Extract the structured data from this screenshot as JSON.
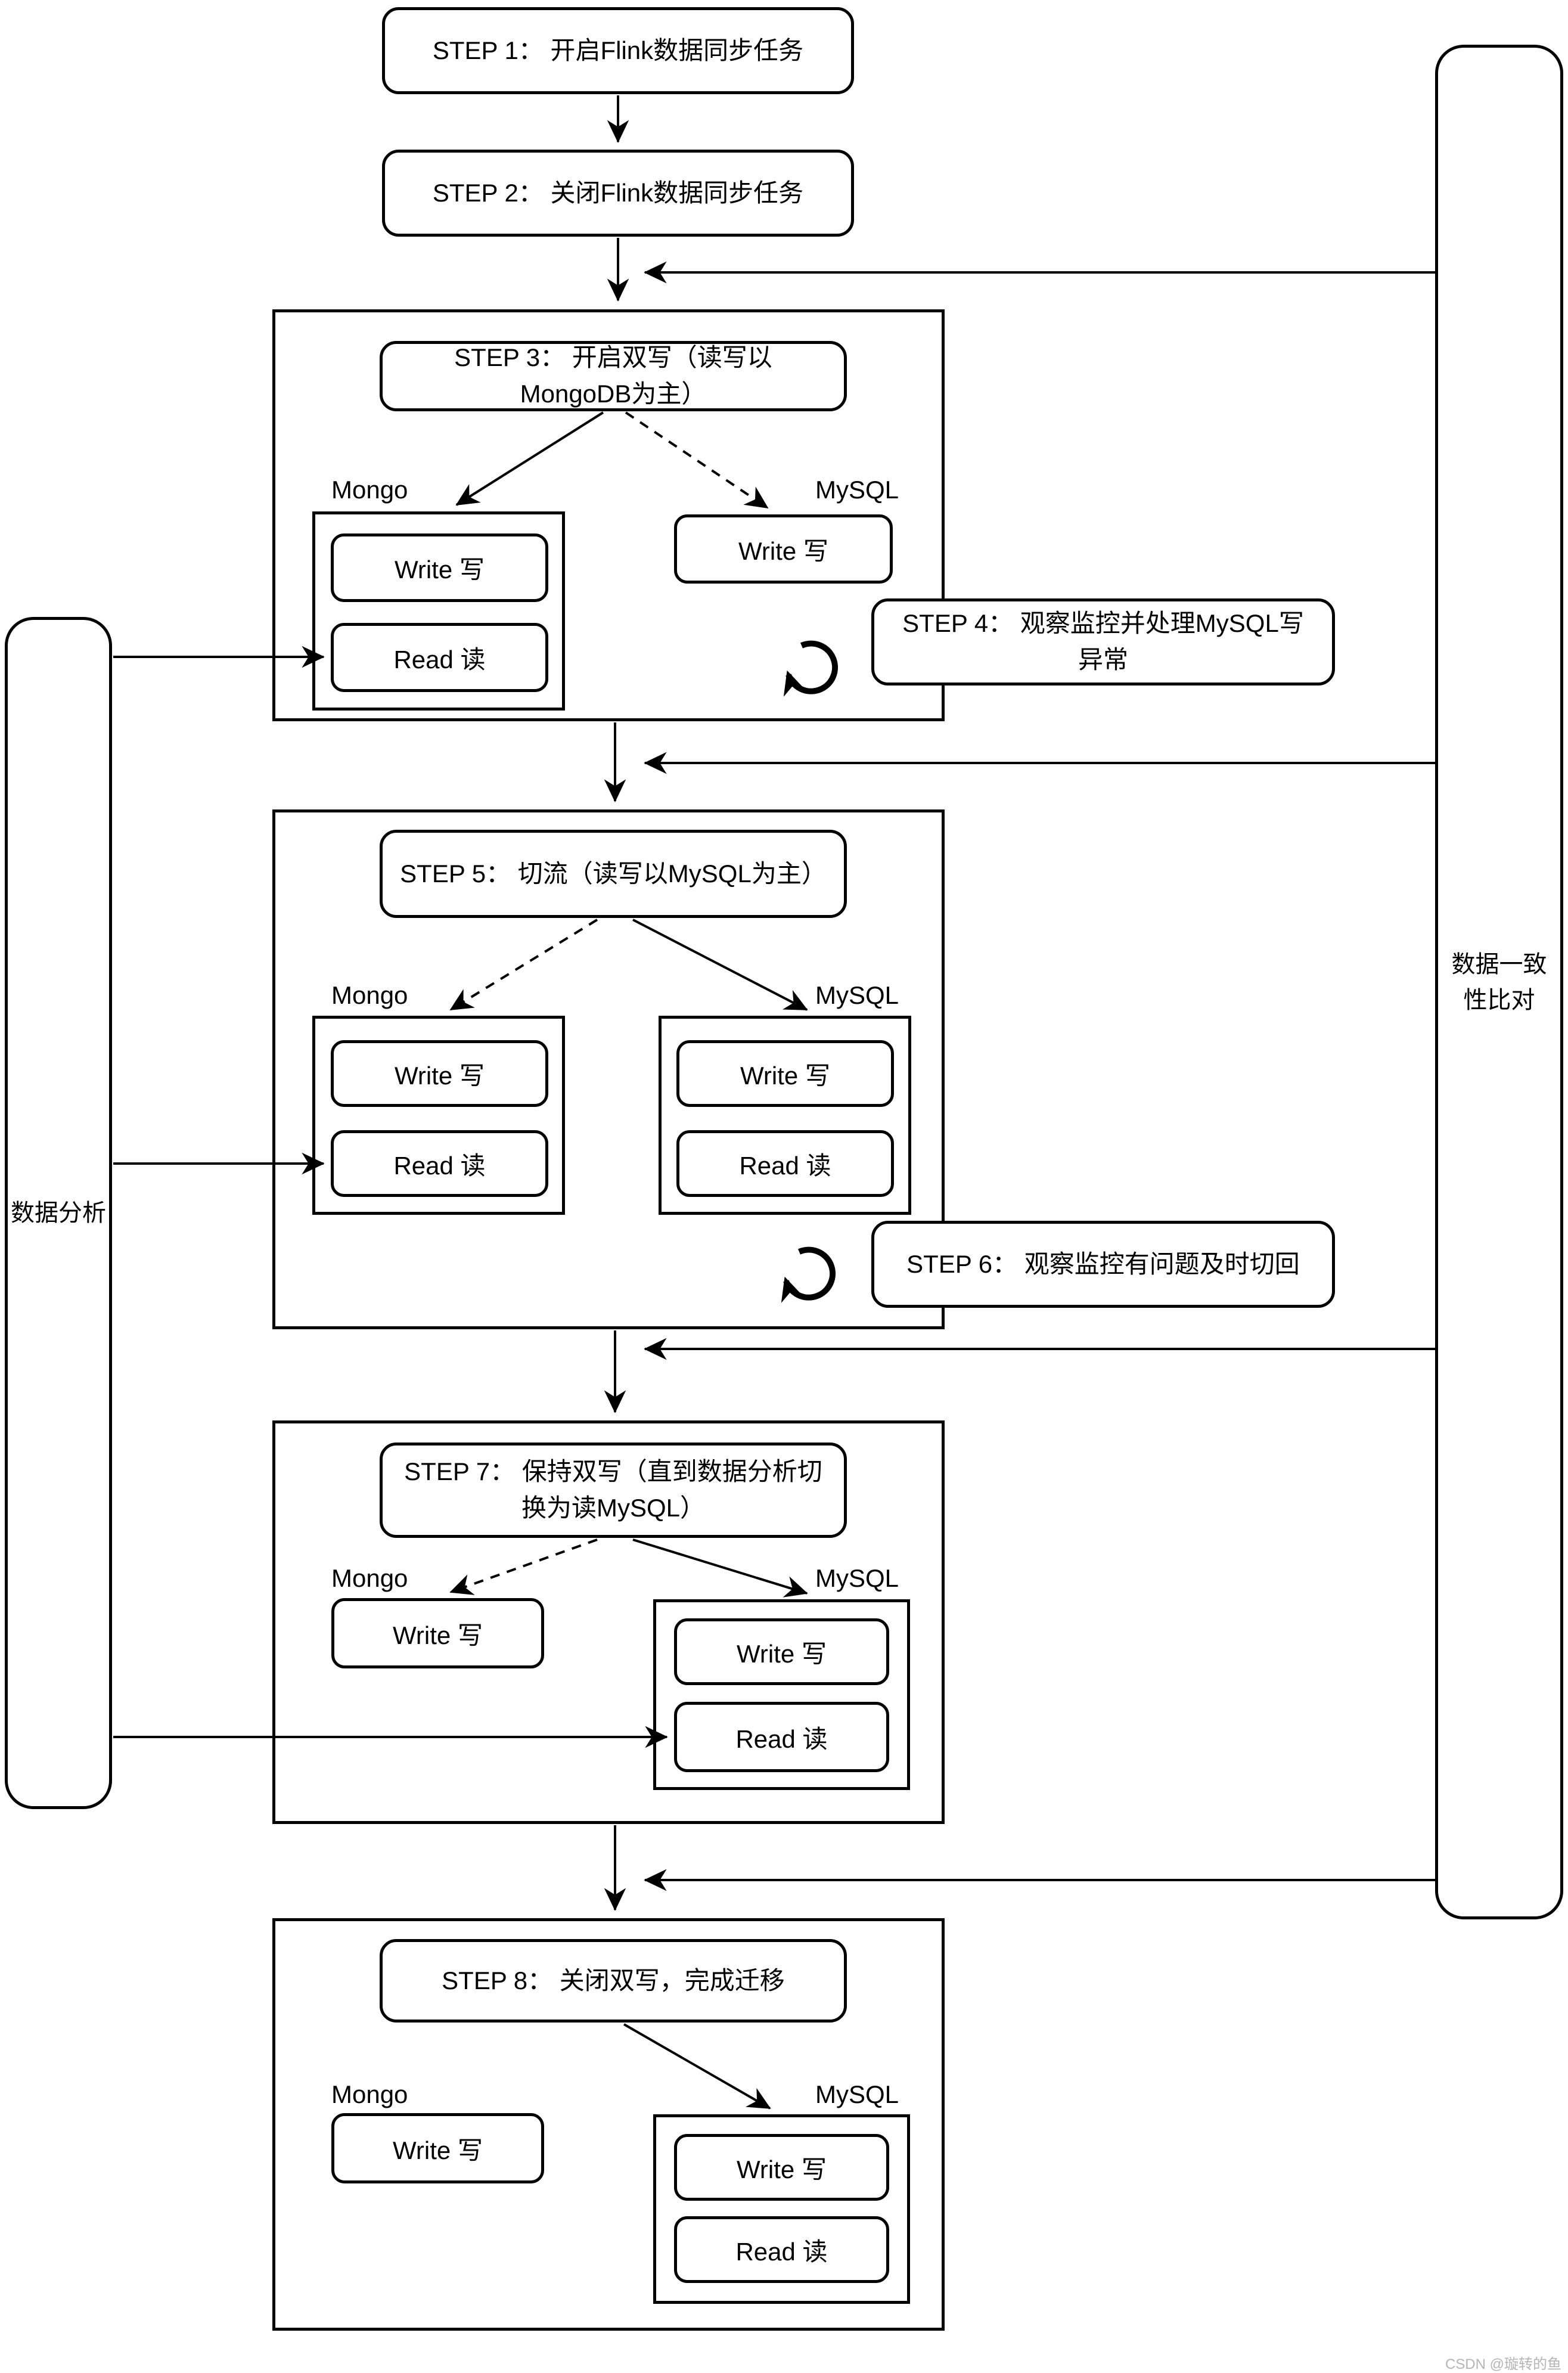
{
  "titles": {
    "step1": "STEP 1： 开启Flink数据同步任务",
    "step2": "STEP 2： 关闭Flink数据同步任务",
    "step3": "STEP 3： 开启双写（读写以MongoDB为主）",
    "step4": "STEP 4： 观察监控并处理MySQL写异常",
    "step5": "STEP 5： 切流（读写以MySQL为主）",
    "step6": "STEP 6： 观察监控有问题及时切回",
    "step7": "STEP 7： 保持双写（直到数据分析切换为读MySQL）",
    "step8": "STEP 8： 关闭双写，完成迁移"
  },
  "labels": {
    "mongo": "Mongo",
    "mysql": "MySQL",
    "write": "Write 写",
    "read": "Read 读",
    "data_analysis": "数据分析",
    "data_consistency": "数据一致性比对"
  },
  "icons": {
    "loop_step4": "loop-circular-arrow-icon",
    "loop_step6": "loop-circular-arrow-icon"
  },
  "colors": {
    "line": "#000000",
    "background": "#ffffff",
    "watermark": "#b5b5b5"
  },
  "watermark": "CSDN @璇转的鱼"
}
